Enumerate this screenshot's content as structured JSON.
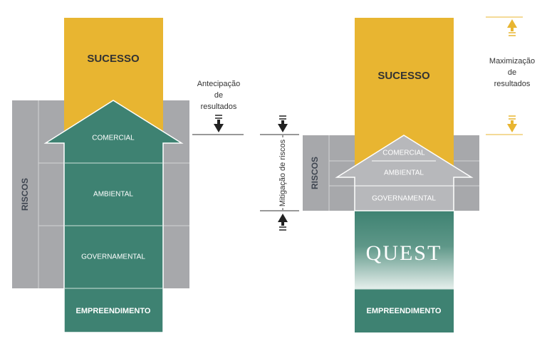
{
  "colors": {
    "gold": "#E8B531",
    "green": "#3E8272",
    "gray": "#A7A8AB",
    "gray_light": "#B7B8BB",
    "green_light": "#9BB9B0",
    "text_dark": "#333333",
    "white": "#FFFFFF"
  },
  "left_diagram": {
    "success": "SUCESSO",
    "risks": "RISCOS",
    "layers": [
      "COMERCIAL",
      "AMBIENTAL",
      "GOVERNAMENTAL"
    ],
    "base": "EMPREENDIMENTO"
  },
  "anticipation": {
    "lines": [
      "Antecipação",
      "de",
      "resultados"
    ],
    "icon": "down-arrow-icon"
  },
  "mitigation": {
    "label": "Mitigação de riscos",
    "icons": [
      "down-arrow-icon",
      "up-arrow-icon"
    ]
  },
  "right_diagram": {
    "success": "SUCESSO",
    "risks": "RISCOS",
    "layers": [
      "COMERCIAL",
      "AMBIENTAL",
      "GOVERNAMENTAL"
    ],
    "logo_text": "QUEST",
    "base": "EMPREENDIMENTO"
  },
  "maximization": {
    "lines": [
      "Maximização",
      "de",
      "resultados"
    ],
    "icons": [
      "up-arrow-icon",
      "down-arrow-icon"
    ]
  }
}
